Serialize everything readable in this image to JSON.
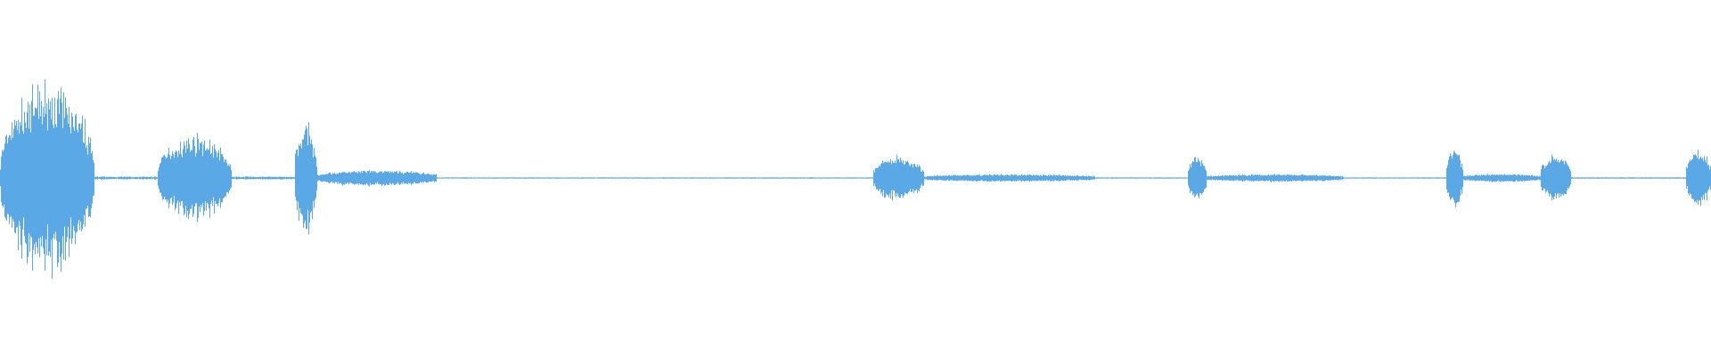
{
  "waveform": {
    "color": "#5aa9e6",
    "background": "#ffffff",
    "segments": [
      {
        "start": 0.0,
        "end": 0.055,
        "peak": 0.42,
        "ripple": 0.1
      },
      {
        "start": 0.055,
        "end": 0.092,
        "peak": 0.0,
        "ripple": 0.008
      },
      {
        "start": 0.092,
        "end": 0.135,
        "peak": 0.18,
        "ripple": 0.06
      },
      {
        "start": 0.135,
        "end": 0.172,
        "peak": 0.0,
        "ripple": 0.008
      },
      {
        "start": 0.172,
        "end": 0.185,
        "peak": 0.23,
        "ripple": 0.08
      },
      {
        "start": 0.185,
        "end": 0.255,
        "peak": 0.025,
        "ripple": 0.02
      },
      {
        "start": 0.255,
        "end": 0.51,
        "peak": 0.0,
        "ripple": 0.003
      },
      {
        "start": 0.51,
        "end": 0.54,
        "peak": 0.1,
        "ripple": 0.03
      },
      {
        "start": 0.54,
        "end": 0.64,
        "peak": 0.012,
        "ripple": 0.01
      },
      {
        "start": 0.64,
        "end": 0.694,
        "peak": 0.0,
        "ripple": 0.003
      },
      {
        "start": 0.694,
        "end": 0.705,
        "peak": 0.1,
        "ripple": 0.03
      },
      {
        "start": 0.705,
        "end": 0.785,
        "peak": 0.012,
        "ripple": 0.01
      },
      {
        "start": 0.785,
        "end": 0.845,
        "peak": 0.0,
        "ripple": 0.003
      },
      {
        "start": 0.845,
        "end": 0.855,
        "peak": 0.13,
        "ripple": 0.04
      },
      {
        "start": 0.855,
        "end": 0.9,
        "peak": 0.015,
        "ripple": 0.01
      },
      {
        "start": 0.9,
        "end": 0.918,
        "peak": 0.11,
        "ripple": 0.03
      },
      {
        "start": 0.918,
        "end": 0.985,
        "peak": 0.0,
        "ripple": 0.004
      },
      {
        "start": 0.985,
        "end": 1.0,
        "peak": 0.12,
        "ripple": 0.04
      }
    ]
  }
}
